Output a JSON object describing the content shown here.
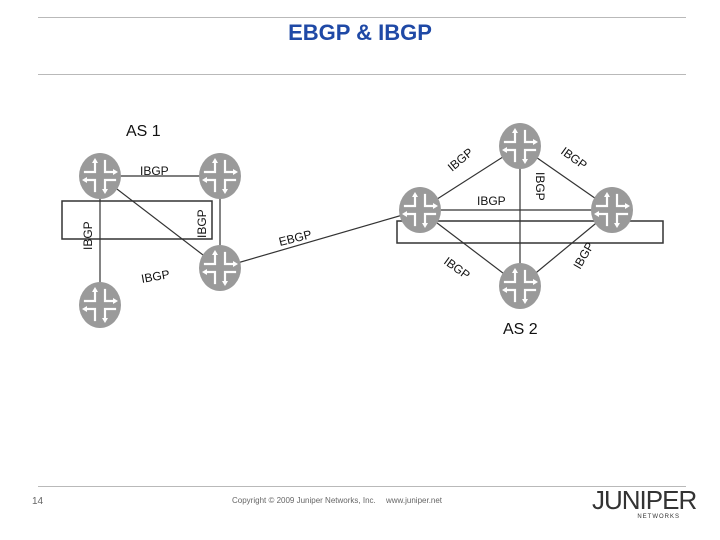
{
  "slide": {
    "title": "EBGP & IBGP",
    "page_number": "14",
    "copyright": "Copyright © 2009 Juniper Networks, Inc.",
    "url": "www.juniper.net",
    "logo": {
      "wordmark": "JUNIPER",
      "tagline": "NETWORKS"
    }
  },
  "diagram": {
    "as1_label": "AS 1",
    "as2_label": "AS 2",
    "links": {
      "ibgp_top_left": "IBGP",
      "ibgp_left_vertical": "IBGP",
      "ibgp_center_vertical": "IBGP",
      "ibgp_lower_left": "IBGP",
      "ibgp_top_center": "IBGP",
      "ibgp_top_right": "IBGP",
      "ibgp_right_vertical": "IBGP",
      "ibgp_as2_middle": "IBGP",
      "ibgp_as2_lower_center": "IBGP",
      "ibgp_as2_lower_right": "IBGP",
      "ebgp": "EBGP"
    },
    "colors": {
      "title": "#1f49a6",
      "router": "#9a9a9a",
      "router_mark": "#ffffff",
      "line": "#333333"
    }
  }
}
